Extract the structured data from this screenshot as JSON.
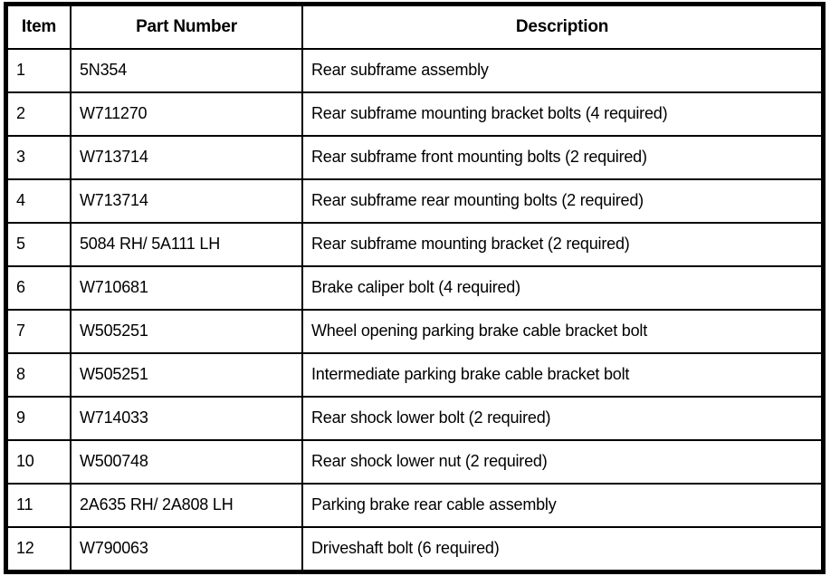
{
  "table": {
    "headers": [
      "Item",
      "Part Number",
      "Description"
    ],
    "rows": [
      [
        "1",
        "5N354",
        "Rear subframe assembly"
      ],
      [
        "2",
        "W711270",
        "Rear subframe mounting bracket bolts (4 required)"
      ],
      [
        "3",
        "W713714",
        "Rear subframe front mounting bolts (2 required)"
      ],
      [
        "4",
        "W713714",
        "Rear subframe rear mounting bolts (2 required)"
      ],
      [
        "5",
        "5084 RH/ 5A111 LH",
        "Rear subframe mounting bracket (2 required)"
      ],
      [
        "6",
        "W710681",
        "Brake caliper bolt (4 required)"
      ],
      [
        "7",
        "W505251",
        "Wheel opening parking brake cable bracket bolt"
      ],
      [
        "8",
        "W505251",
        "Intermediate parking brake cable bracket bolt"
      ],
      [
        "9",
        "W714033",
        "Rear shock lower bolt (2 required)"
      ],
      [
        "10",
        "W500748",
        "Rear shock lower nut (2 required)"
      ],
      [
        "11",
        "2A635 RH/ 2A808 LH",
        "Parking brake rear cable assembly"
      ],
      [
        "12",
        "W790063",
        "Driveshaft bolt (6 required)"
      ]
    ]
  }
}
